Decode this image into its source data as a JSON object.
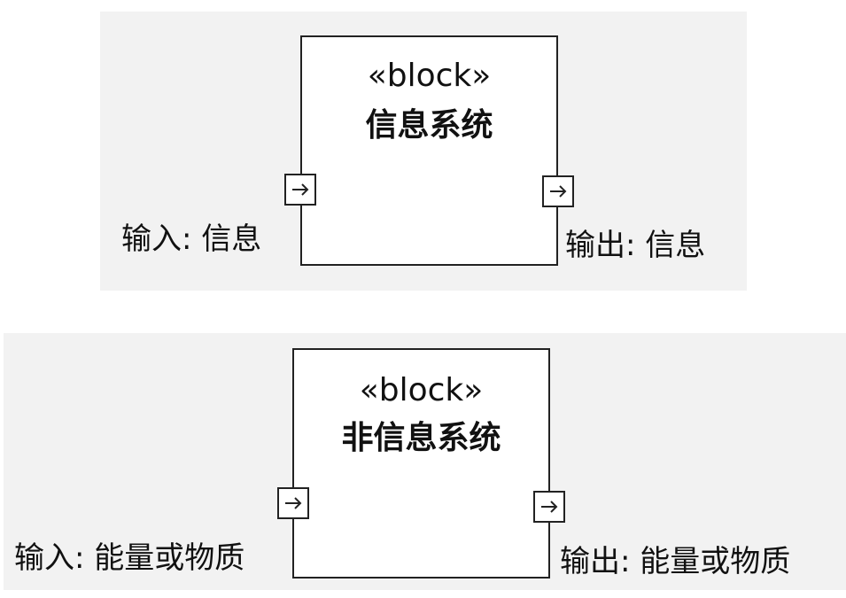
{
  "diagrams": [
    {
      "stereotype": "«block»",
      "name": "信息系统",
      "input_label": "输入: 信息",
      "output_label": "输出: 信息",
      "input_port_icon": "arrow-right-icon",
      "output_port_icon": "arrow-right-icon"
    },
    {
      "stereotype": "«block»",
      "name": "非信息系统",
      "input_label": "输入: 能量或物质",
      "output_label": "输出: 能量或物质",
      "input_port_icon": "arrow-right-icon",
      "output_port_icon": "arrow-right-icon"
    }
  ],
  "colors": {
    "panel_background": "#f2f2f2",
    "block_fill": "#ffffff",
    "stroke": "#222222",
    "text": "#111111"
  }
}
